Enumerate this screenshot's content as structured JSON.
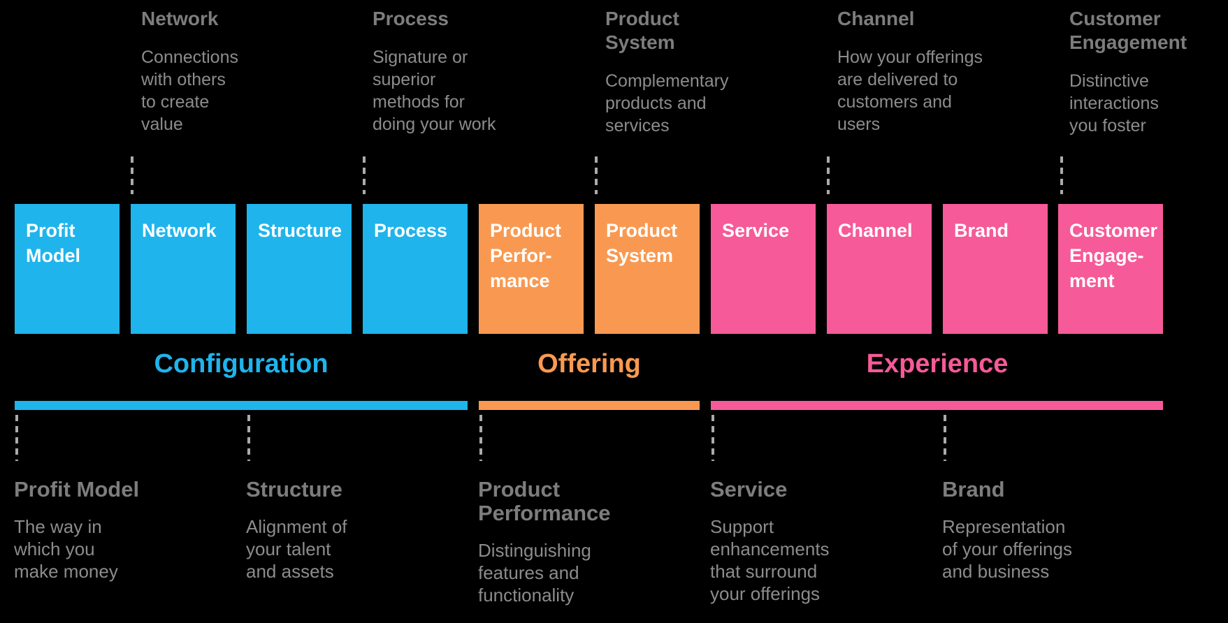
{
  "colors": {
    "background": "#000000",
    "configuration_blue": "#1FB4EC",
    "offering_orange": "#F99951",
    "experience_pink": "#F65A98",
    "annotation_header_gray": "#7d7d7d",
    "annotation_body_gray": "#8c8c8c",
    "dotted_line_gray": "#ababab",
    "box_text": "#ffffff"
  },
  "top_annotations": [
    {
      "title": "Network",
      "description": "Connections\nwith others\nto create\nvalue"
    },
    {
      "title": "Process",
      "description": "Signature or\nsuperior\nmethods for\ndoing your work"
    },
    {
      "title": "Product\nSystem",
      "description": "Complementary\nproducts and\nservices"
    },
    {
      "title": "Channel",
      "description": "How your offerings\nare delivered to\ncustomers and\nusers"
    },
    {
      "title": "Customer\nEngagement",
      "description": "Distinctive\ninteractions\nyou foster"
    }
  ],
  "boxes": [
    {
      "label": "Profit\nModel",
      "group": "Configuration"
    },
    {
      "label": "Network",
      "group": "Configuration"
    },
    {
      "label": "Structure",
      "group": "Configuration"
    },
    {
      "label": "Process",
      "group": "Configuration"
    },
    {
      "label": "Product\nPerfor-\nmance",
      "group": "Offering"
    },
    {
      "label": "Product\nSystem",
      "group": "Offering"
    },
    {
      "label": "Service",
      "group": "Experience"
    },
    {
      "label": "Channel",
      "group": "Experience"
    },
    {
      "label": "Brand",
      "group": "Experience"
    },
    {
      "label": "Customer\nEngage-\nment",
      "group": "Experience"
    }
  ],
  "groups": [
    {
      "label": "Configuration",
      "color": "#1FB4EC"
    },
    {
      "label": "Offering",
      "color": "#F99951"
    },
    {
      "label": "Experience",
      "color": "#F65A98"
    }
  ],
  "bottom_annotations": [
    {
      "title": "Profit Model",
      "description": "The way in\nwhich you\nmake money"
    },
    {
      "title": "Structure",
      "description": "Alignment of\nyour talent\nand assets"
    },
    {
      "title": "Product\nPerformance",
      "description": "Distinguishing\nfeatures and\nfunctionality"
    },
    {
      "title": "Service",
      "description": "Support\nenhancements\nthat surround\nyour offerings"
    },
    {
      "title": "Brand",
      "description": "Representation\nof your offerings\nand business"
    }
  ]
}
